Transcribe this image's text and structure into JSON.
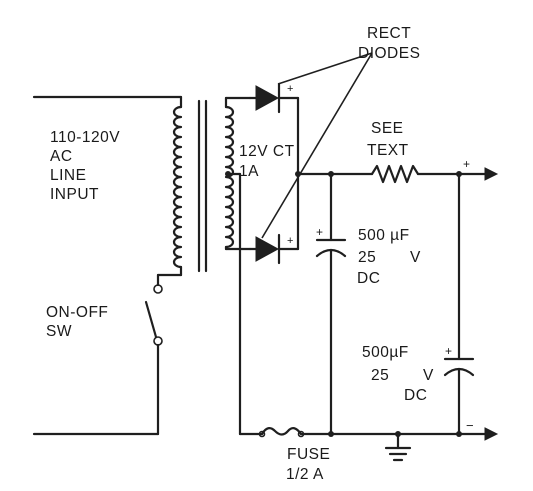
{
  "labels": {
    "input": [
      "110-120V",
      "AC",
      "LINE",
      "INPUT"
    ],
    "transformer": [
      "12V CT",
      "1A"
    ],
    "diodes": [
      "RECT",
      "DIODES"
    ],
    "resistor": [
      "SEE",
      "TEXT"
    ],
    "cap1": [
      "500 µF",
      "25",
      "V",
      "DC"
    ],
    "cap2": [
      "500µF",
      "25",
      "V",
      "DC"
    ],
    "switch": [
      "ON-OFF",
      "SW"
    ],
    "fuse": [
      "FUSE",
      "1/2 A"
    ],
    "polarity": {
      "diode1": "+",
      "diode2": "+",
      "cap1": "+",
      "cap2": "+",
      "out_pos": "+",
      "out_neg": "−"
    }
  }
}
